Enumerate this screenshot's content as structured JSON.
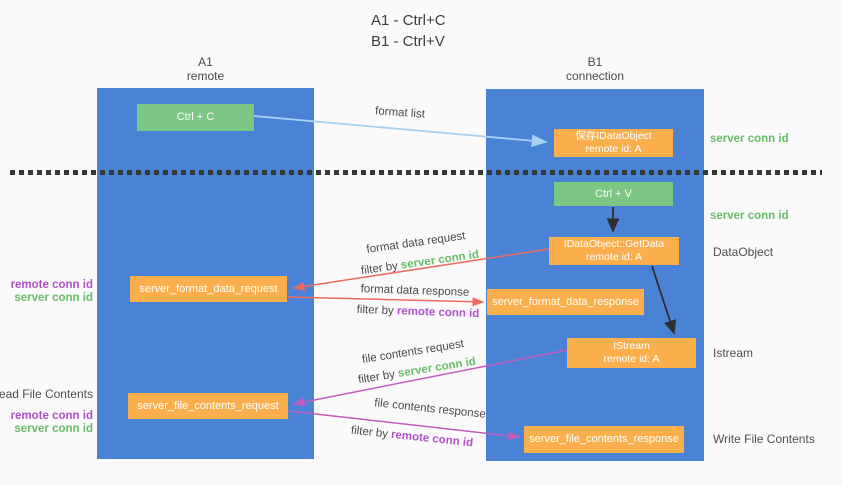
{
  "title": {
    "line1": "A1 - Ctrl+C",
    "line2": "B1 - Ctrl+V"
  },
  "lanes": {
    "a": {
      "id": "A1",
      "role": "remote"
    },
    "b": {
      "id": "B1",
      "role": "connection"
    }
  },
  "boxes": {
    "ctrl_c": "Ctrl + C",
    "ctrl_v": "Ctrl + V",
    "save_idataobject": {
      "title": "保存IDataObject",
      "subtitle": "remote id: A"
    },
    "getdata": {
      "title": "IDataObject::GetData",
      "subtitle": "remote id: A"
    },
    "istream": {
      "title": "IStream",
      "subtitle": "remote id: A"
    },
    "server_format_data_request": "server_format_data_request",
    "server_format_data_response": "server_format_data_response",
    "server_file_contents_request": "server_file_contents_request",
    "server_file_contents_response": "server_file_contents_response"
  },
  "flow_labels": {
    "format_list": "format list",
    "format_data_request": "format data request",
    "format_data_response": "format data response",
    "file_contents_request": "file contents request",
    "file_contents_response": "file contents response",
    "filter_by": "filter by ",
    "server_conn_id": "server conn id",
    "remote_conn_id": "remote conn id"
  },
  "annotations": {
    "server_conn_id": "server conn id",
    "remote_conn_id": "remote conn id",
    "dataobject": "DataObject",
    "istream": "Istream",
    "read_file_contents": "Read File Contents",
    "write_file_contents": "Write File Contents"
  },
  "colors": {
    "lane_blue": "#4a83d6",
    "box_green": "#7cc784",
    "box_orange": "#fbae4c",
    "accent_green": "#67bd66",
    "accent_purple": "#b052c7",
    "arrow_blue": "#a5d2f1",
    "arrow_red": "#ee6a5f",
    "arrow_magenta": "#c35cbe",
    "arrow_black": "#2e2e2e"
  }
}
